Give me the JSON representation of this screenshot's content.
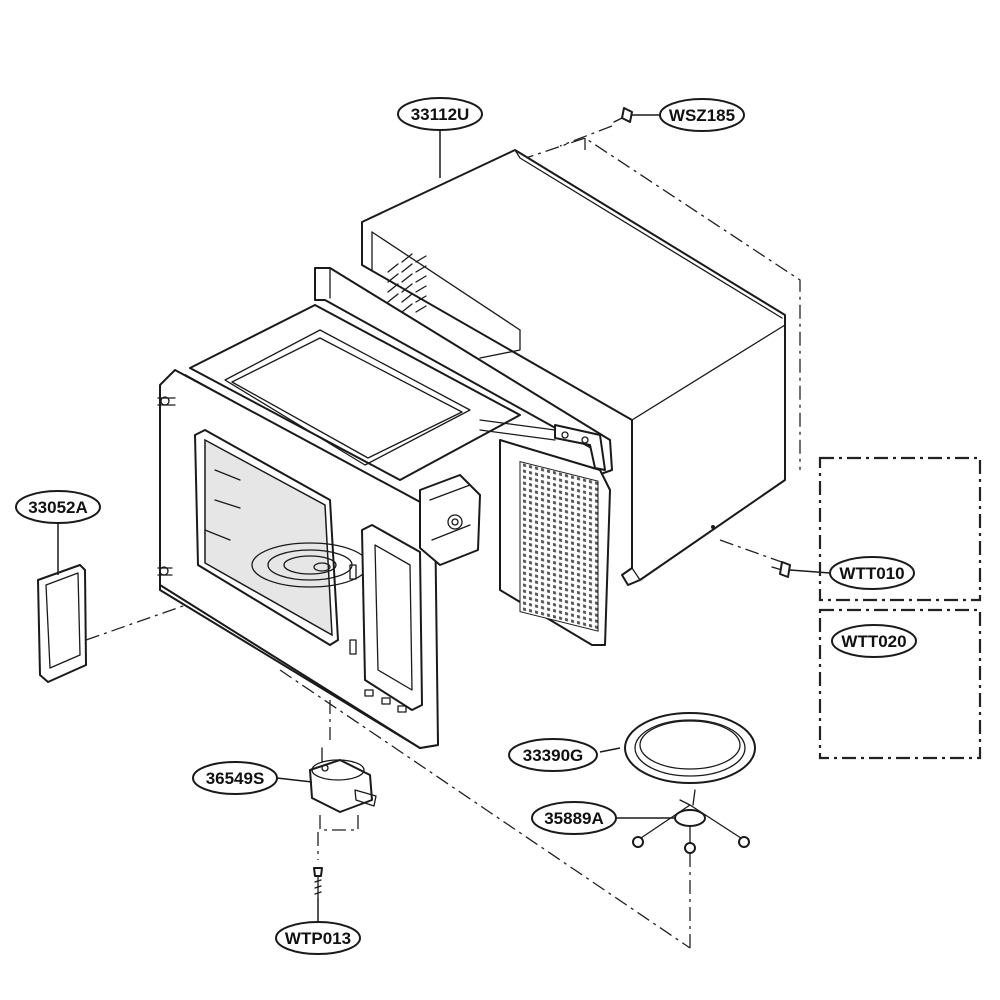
{
  "parts": [
    {
      "id": "wsz185",
      "label": "WSZ185"
    },
    {
      "id": "33112u",
      "label": "33112U"
    },
    {
      "id": "33052a",
      "label": "33052A"
    },
    {
      "id": "wtt010",
      "label": "WTT010"
    },
    {
      "id": "wtt020",
      "label": "WTT020"
    },
    {
      "id": "33390g",
      "label": "33390G"
    },
    {
      "id": "36549s",
      "label": "36549S"
    },
    {
      "id": "35889a",
      "label": "35889A"
    },
    {
      "id": "wtp013",
      "label": "WTP013"
    }
  ]
}
